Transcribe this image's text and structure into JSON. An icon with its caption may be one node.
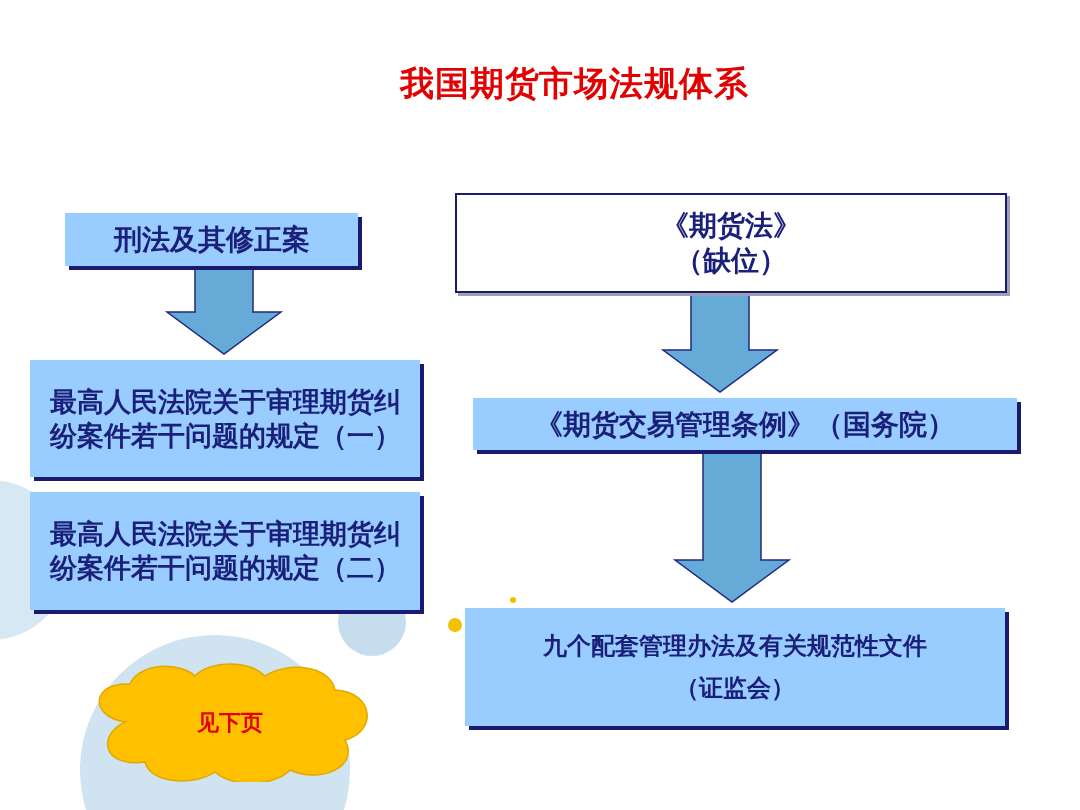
{
  "diagram": {
    "title": "我国期货市场法规体系",
    "nodes": [
      {
        "text": [
          "刑法及其修正案"
        ]
      },
      {
        "text": [
          "最高人民法院关于审理期货纠纷案件若干问题的规定（一）"
        ]
      },
      {
        "text": [
          "最高人民法院关于审理期货纠纷案件若干问题的规定（二）"
        ]
      },
      {
        "text": [
          "《期货法》",
          "（缺位）"
        ]
      },
      {
        "text": [
          "《期货交易管理条例》（国务院）"
        ]
      },
      {
        "text": [
          "九个配套管理办法及有关规范性文件",
          "（证监会）"
        ]
      },
      {
        "text": [
          "见下页"
        ]
      }
    ],
    "edges": [
      {
        "from": 0,
        "to": 1,
        "arrow": "to"
      },
      {
        "from": 3,
        "to": 4,
        "arrow": "to"
      },
      {
        "from": 4,
        "to": 5,
        "arrow": "to"
      }
    ]
  }
}
